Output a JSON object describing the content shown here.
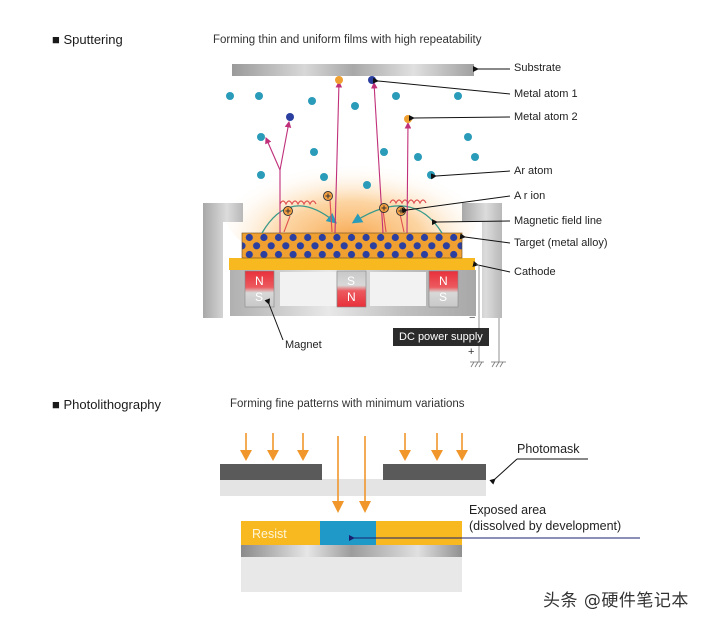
{
  "sputtering": {
    "title": "■ Sputtering",
    "subtitle": "Forming thin and uniform films with high repeatability",
    "labels": {
      "substrate": "Substrate",
      "metal_atom_1": "Metal atom 1",
      "metal_atom_2": "Metal atom 2",
      "ar_atom": "Ar atom",
      "ar_ion": "A r ion",
      "magnetic_field_line": "Magnetic field line",
      "target": "Target (metal alloy)",
      "cathode": "Cathode",
      "magnet": "Magnet",
      "dc_power_supply": "DC power supply"
    },
    "polarity": {
      "minus": "−",
      "plus": "+"
    },
    "magnets": [
      {
        "top": "N",
        "bottom": "S"
      },
      {
        "top": "S",
        "bottom": "N"
      },
      {
        "top": "N",
        "bottom": "S"
      }
    ],
    "ion_symbol": "+",
    "colors": {
      "ar_atom": "#2a9bb8",
      "metal_atom_1": "#2b3fa0",
      "metal_atom_2": "#f0a030",
      "target_bg": "#f0a030",
      "cathode": "#f7b820",
      "magnet_red": "#e8303a",
      "trajectory": "#c0307a",
      "field_line": "#3a9a8a",
      "glow": "#f8b050"
    }
  },
  "photolithography": {
    "title": "■ Photolithography",
    "subtitle": "Forming fine patterns with minimum variations",
    "labels": {
      "photomask": "Photomask",
      "exposed_area_line1": "Exposed area",
      "exposed_area_line2": "(dissolved by development)",
      "resist": "Resist"
    },
    "colors": {
      "light_arrow": "#f0962a",
      "mask": "#5a5a5a",
      "glass": "#e4e4e4",
      "resist": "#f7b820",
      "exposed": "#1f9ac8",
      "wafer": "#e8e8e8"
    }
  },
  "watermark": "头条 @硬件笔记本"
}
